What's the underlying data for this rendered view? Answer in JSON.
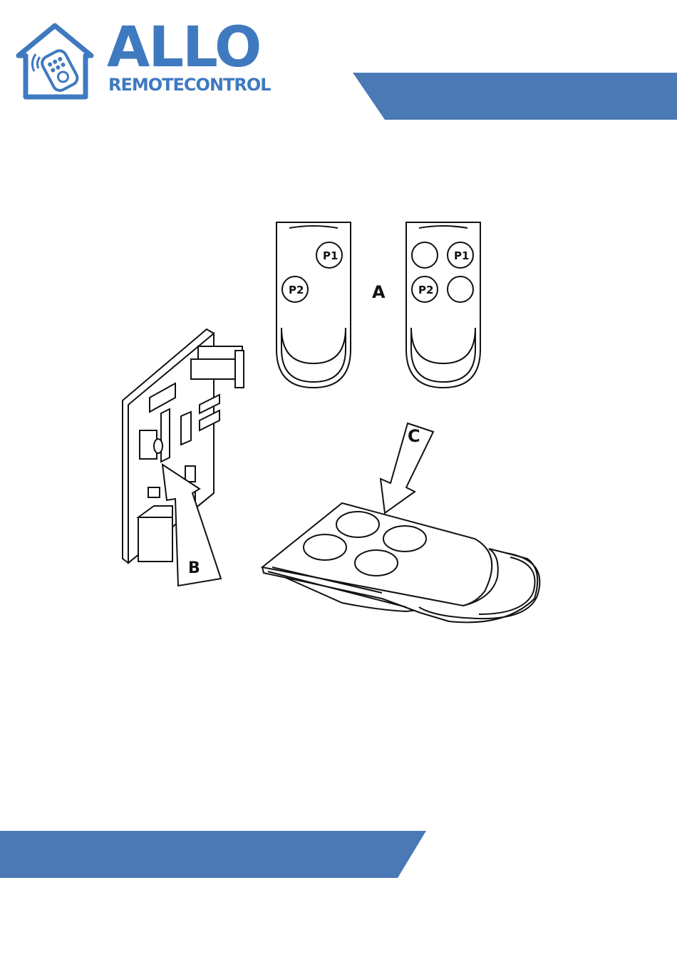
{
  "brand": {
    "name": "ALLO",
    "tagline": "REMOTECONTROL",
    "icon": "house-remote-icon",
    "color": "#3f7ac0"
  },
  "bands": {
    "color": "#4a79b5"
  },
  "figure": {
    "button_p1": "P1",
    "button_p2": "P2",
    "label_a": "A",
    "label_b": "B",
    "label_c": "C"
  }
}
